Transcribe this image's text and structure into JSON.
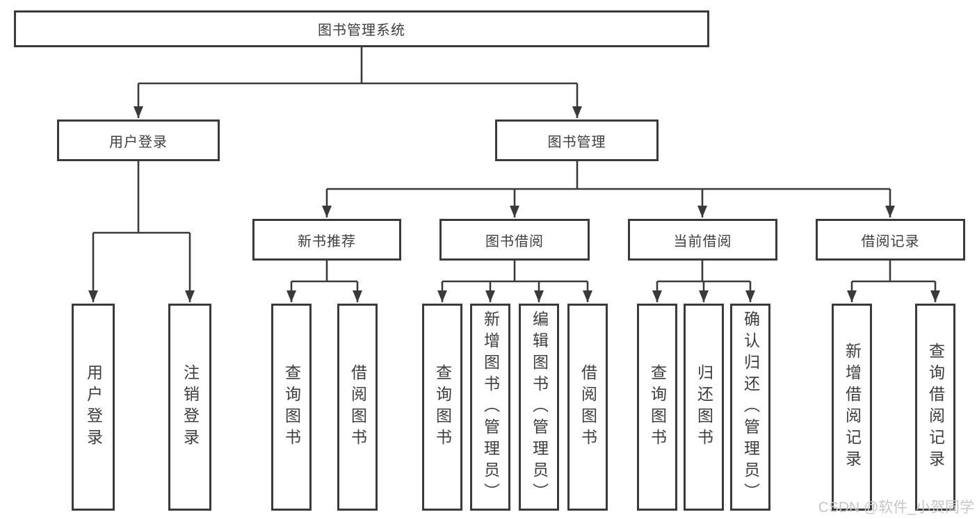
{
  "diagram": {
    "root": "图书管理系统",
    "user_login": {
      "label": "用户登录",
      "children": [
        "用户登录",
        "注销登录"
      ]
    },
    "book_management": {
      "label": "图书管理",
      "sections": [
        {
          "label": "新书推荐",
          "children": [
            "查询图书",
            "借阅图书"
          ]
        },
        {
          "label": "图书借阅",
          "children": [
            "查询图书",
            "新增图书（管理员）",
            "编辑图书（管理员）",
            "借阅图书"
          ]
        },
        {
          "label": "当前借阅",
          "children": [
            "查询图书",
            "归还图书",
            "确认归还（管理员）"
          ]
        },
        {
          "label": "借阅记录",
          "children": [
            "新增借阅记录",
            "查询借阅记录"
          ]
        }
      ]
    }
  },
  "watermark": "CSDN @软件_小贺同学",
  "colors": {
    "line": "#3a3a3a",
    "text": "#3d3d3d",
    "background": "#ffffff",
    "watermark": "#c6c6c6"
  }
}
